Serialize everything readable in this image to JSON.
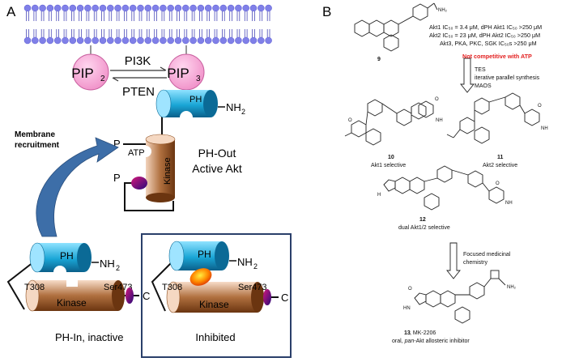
{
  "panels": {
    "a_label": "A",
    "b_label": "B"
  },
  "left": {
    "pip2": "PIP",
    "pip2_sub": "2",
    "pip3": "PIP",
    "pip3_sub": "3",
    "pi3k": "PI3K",
    "pten": "PTEN",
    "membrane_recruitment_1": "Membrane",
    "membrane_recruitment_2": "recruitment",
    "ph": "PH",
    "nh2": "NH",
    "nh2_sub": "2",
    "kinase": "Kinase",
    "atp": "ATP",
    "p1": "P",
    "p2": "P",
    "active_1": "PH-Out",
    "active_2": "Active Akt",
    "t308": "T308",
    "ser473": "Ser473",
    "c_term": "C",
    "inactive_caption": "PH-In, inactive",
    "inhibited_caption": "Inhibited"
  },
  "right": {
    "cmp9_label": "9",
    "cmp9_nh2": "NH₂",
    "ic_line1": "Akt1 IC₅₀ = 3.4 μM, dPH Akt1 IC₅₀ >250 μM",
    "ic_line2": "Akt2 IC₅₀ = 23 μM, dPH Akt2 IC₅₀ >250 μM",
    "ic_line3": "Akt3, PKA, PKC, SGK IC₅₀s >250 μM",
    "not_competitive": "Not competitive with ATP",
    "step1_1": "TES",
    "step1_2": "iterative parallel synthesis",
    "step1_3": "MAOS",
    "cmp10_num": "10",
    "cmp10_desc": "Akt1 selective",
    "cmp11_num": "11",
    "cmp11_desc": "Akt2 selective",
    "cmp12_num": "12",
    "cmp12_desc": "dual Akt1/2 selective",
    "step2_1": "Focused medicinal",
    "step2_2": "chemistry",
    "cmp13_num": "13",
    "cmp13_name": ", MK-2206",
    "cmp13_desc1": "oral, ",
    "cmp13_desc2": "pan",
    "cmp13_desc3": "-Akt allosteric inhibitor",
    "atom_o": "O",
    "atom_n": "N",
    "atom_nh": "NH",
    "atom_hn": "HN",
    "atom_h": "H",
    "atom_hn13": "HN",
    "atom_nh2": "NH₂"
  },
  "colors": {
    "membrane": "#8080e8",
    "pip": "#f4a6d6",
    "ph_blue": "#18a4d8",
    "kinase_brown": "#9a5a2a",
    "not_competitive_red": "#e32020",
    "inhibited_box": "#2a3f6a",
    "recruit_arrow": "#3d6ea8"
  }
}
